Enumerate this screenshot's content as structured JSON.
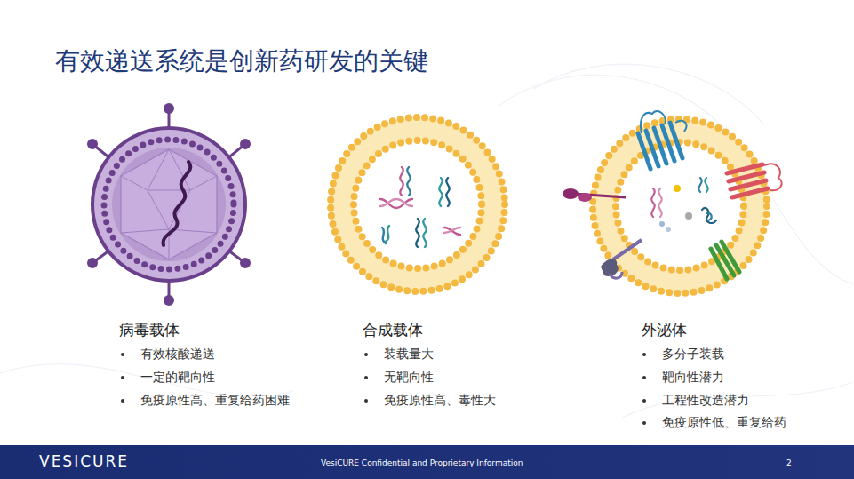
{
  "diagram": {
    "title": "有效递送系统是创新药研发的关键",
    "labels": [
      "病毒载体",
      "有效核酸递送",
      "一定的靶向性",
      "免疫原性高、重复给药困难",
      "合成载体",
      "装载量大",
      "无靶向性",
      "免疫原性高、毒性大",
      "外泌体",
      "多分子装载",
      "靶向性潜力",
      "工程性改造潜力",
      "免疫原性低、重复给药",
      "VESICURE",
      "VesiCURE Confidential and Proprietary Information",
      "2"
    ]
  }
}
